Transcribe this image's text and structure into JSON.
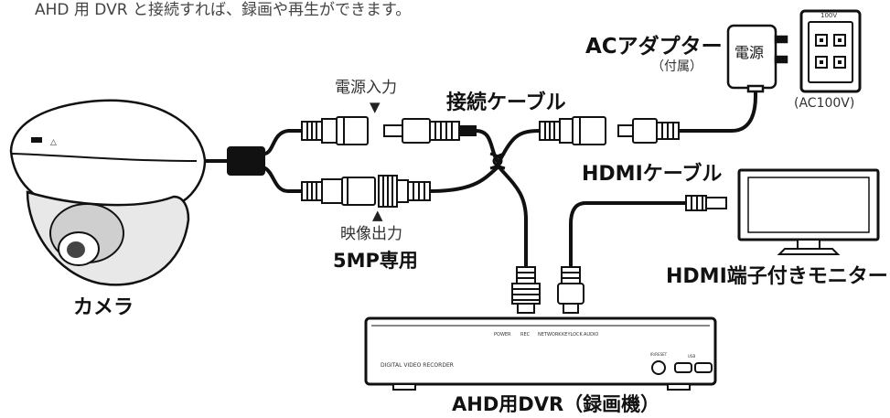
{
  "intro": "AHD 用 DVR と接続すれば、録画や再生ができます。",
  "labels": {
    "camera": "カメラ",
    "power_input": "電源入力",
    "video_output": "映像出力",
    "five_mp_only": "5MP専用",
    "connection_cable": "接続ケーブル",
    "ac_adapter": "ACアダプター",
    "included": "（付属）",
    "adapter_text": "電源",
    "outlet_top": "100V",
    "ac100v": "(AC100V)",
    "hdmi_cable": "HDMIケーブル",
    "hdmi_monitor": "HDMI端子付きモニター",
    "dvr_caption": "AHD用DVR（録画機）"
  },
  "dvr_panel": {
    "model_text": "DIGITAL VIDEO RECORDER",
    "indicators": [
      "POWER",
      "REC",
      "NETWORK",
      "KEYLOCK",
      "AUDIO"
    ],
    "ir_label": "IR/RESET",
    "usb_label": "USB"
  },
  "icons": {
    "down_arrow": "▼",
    "up_arrow": "▲",
    "camera_mark": "△"
  }
}
